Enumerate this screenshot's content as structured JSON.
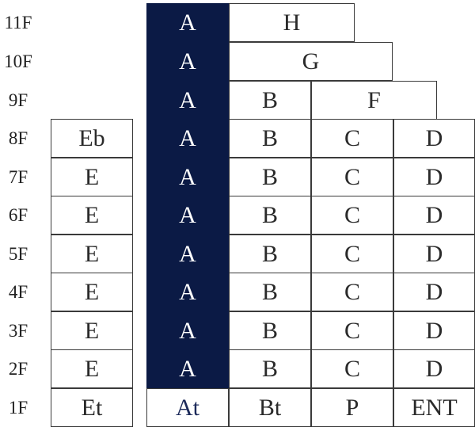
{
  "floors": [
    "11F",
    "10F",
    "9F",
    "8F",
    "7F",
    "6F",
    "5F",
    "4F",
    "3F",
    "2F",
    "1F"
  ],
  "units": {
    "column_a": [
      "A",
      "A",
      "A",
      "A",
      "A",
      "A",
      "A",
      "A",
      "A",
      "A"
    ],
    "column_a_ground": "At",
    "column_e_top": "Eb",
    "column_e": [
      "E",
      "E",
      "E",
      "E",
      "E",
      "E"
    ],
    "column_e_ground": "Et",
    "floor_11_right": "H",
    "floor_10_right": "G",
    "floor_9_b": "B",
    "floor_9_right": "F",
    "column_b": [
      "B",
      "B",
      "B",
      "B",
      "B",
      "B",
      "B"
    ],
    "column_b_ground": "Bt",
    "column_c": [
      "C",
      "C",
      "C",
      "C",
      "C",
      "C",
      "C"
    ],
    "column_c_ground": "P",
    "column_d": [
      "D",
      "D",
      "D",
      "D",
      "D",
      "D",
      "D"
    ],
    "column_d_ground": "ENT"
  },
  "colors": {
    "accent_dark": "#0b1a45",
    "border": "#3a3a3a",
    "ground_accent_text": "#1c2a5a"
  }
}
